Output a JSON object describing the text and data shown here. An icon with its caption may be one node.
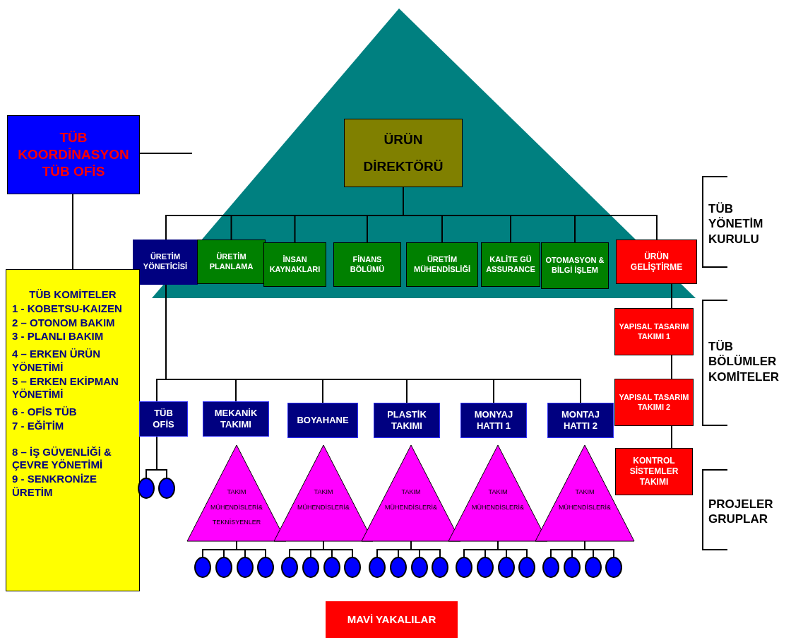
{
  "diagram": {
    "nodes": [
      {
        "text": [
          "TÜB KOORDİNASYON TÜB OFİS"
        ]
      },
      {
        "text": [
          "ÜRÜN DİREKTÖRÜ"
        ]
      },
      {
        "text": [
          "ÜRETİM YÖNETİCİSİ"
        ]
      },
      {
        "text": [
          "ÜRETİM PLANLAMA"
        ]
      },
      {
        "text": [
          "İNSAN KAYNAKLARI"
        ]
      },
      {
        "text": [
          "FİNANS BÖLÜMÜ"
        ]
      },
      {
        "text": [
          "ÜRETİM MÜHENDİSLİĞİ"
        ]
      },
      {
        "text": [
          "KALİTE GÜ ASSURANCE"
        ]
      },
      {
        "text": [
          "OTOMASYON & BİLGİ İŞLEM"
        ]
      },
      {
        "text": [
          "ÜRÜN GELİŞTİRME"
        ]
      },
      {
        "text": [
          "TÜB KOMİTELER",
          "1 - KOBETSU-KAIZEN",
          "2 – OTONOM BAKIM",
          "3 - PLANLI BAKIM",
          "4 – ERKEN ÜRÜN YÖNETİMİ",
          "5 – ERKEN EKİPMAN YÖNETİMİ",
          "6 - OFİS TÜB",
          "7 - EĞİTİM",
          "8 – İŞ GÜVENLİĞİ & ÇEVRE YÖNETİMİ",
          "9 - SENKRONİZE ÜRETİM"
        ]
      },
      {
        "text": [
          "YAPISAL TASARIM TAKIMI 1"
        ]
      },
      {
        "text": [
          "YAPISAL TASARIM TAKIMI 2"
        ]
      },
      {
        "text": [
          "KONTROL SİSTEMLER TAKIMI"
        ]
      },
      {
        "text": [
          "TÜB OFİS"
        ]
      },
      {
        "text": [
          "MEKANİK TAKIMI"
        ]
      },
      {
        "text": [
          "BOYAHANE"
        ]
      },
      {
        "text": [
          "PLASTİK TAKIMI"
        ]
      },
      {
        "text": [
          "MONYAJ HATTI 1"
        ]
      },
      {
        "text": [
          "MONTAJ HATTI 2"
        ]
      },
      {
        "text": [],
        "shape": "circle"
      },
      {
        "text": [],
        "shape": "circle"
      },
      {
        "text": [
          "TAKIM MÜHENDİSLERİ& TEKNİSYENLER"
        ]
      },
      {
        "text": [
          "TAKIM MÜHENDİSLERİ&"
        ]
      },
      {
        "text": [
          "TAKIM MÜHENDİSLERİ&"
        ]
      },
      {
        "text": [
          "TAKIM MÜHENDİSLERİ&"
        ]
      },
      {
        "text": [
          "TAKIM MÜHENDİSLERİ&"
        ]
      },
      {
        "text": [],
        "shape": "circle"
      },
      {
        "text": [],
        "shape": "circle"
      },
      {
        "text": [],
        "shape": "circle"
      },
      {
        "text": [],
        "shape": "circle"
      },
      {
        "text": [],
        "shape": "circle"
      },
      {
        "text": [],
        "shape": "circle"
      },
      {
        "text": [],
        "shape": "circle"
      },
      {
        "text": [],
        "shape": "circle"
      },
      {
        "text": [],
        "shape": "circle"
      },
      {
        "text": [],
        "shape": "circle"
      },
      {
        "text": [],
        "shape": "circle"
      },
      {
        "text": [],
        "shape": "circle"
      },
      {
        "text": [],
        "shape": "circle"
      },
      {
        "text": [],
        "shape": "circle"
      },
      {
        "text": [],
        "shape": "circle"
      },
      {
        "text": [],
        "shape": "circle"
      },
      {
        "text": [],
        "shape": "circle"
      },
      {
        "text": [],
        "shape": "circle"
      },
      {
        "text": [],
        "shape": "circle"
      },
      {
        "text": [],
        "shape": "circle"
      },
      {
        "text": [
          "MAVİ YAKALILAR"
        ]
      }
    ],
    "edges": [
      {
        "from": 0,
        "to": null,
        "arrow": "none"
      },
      {
        "from": 0,
        "to": 10,
        "arrow": "none"
      },
      {
        "from": 1,
        "to": 2,
        "arrow": "none"
      },
      {
        "from": 1,
        "to": 3,
        "arrow": "none"
      },
      {
        "from": 1,
        "to": 4,
        "arrow": "none"
      },
      {
        "from": 1,
        "to": 5,
        "arrow": "none"
      },
      {
        "from": 1,
        "to": 6,
        "arrow": "none"
      },
      {
        "from": 1,
        "to": 7,
        "arrow": "none"
      },
      {
        "from": 1,
        "to": 8,
        "arrow": "none"
      },
      {
        "from": 1,
        "to": 9,
        "arrow": "none"
      },
      {
        "from": 2,
        "to": 14,
        "arrow": "none"
      },
      {
        "from": 2,
        "to": 15,
        "arrow": "none"
      },
      {
        "from": 2,
        "to": 16,
        "arrow": "none"
      },
      {
        "from": 2,
        "to": 17,
        "arrow": "none"
      },
      {
        "from": 2,
        "to": 18,
        "arrow": "none"
      },
      {
        "from": 2,
        "to": 19,
        "arrow": "none"
      },
      {
        "from": 9,
        "to": 11,
        "arrow": "none"
      },
      {
        "from": 11,
        "to": 12,
        "arrow": "none"
      },
      {
        "from": 12,
        "to": 13,
        "arrow": "none"
      },
      {
        "from": 14,
        "to": 20,
        "arrow": "none"
      },
      {
        "from": 14,
        "to": 21,
        "arrow": "none"
      },
      {
        "from": 22,
        "to": 27,
        "arrow": "none"
      },
      {
        "from": 22,
        "to": 28,
        "arrow": "none"
      },
      {
        "from": 22,
        "to": 29,
        "arrow": "none"
      },
      {
        "from": 22,
        "to": 30,
        "arrow": "none"
      },
      {
        "from": 23,
        "to": 31,
        "arrow": "none"
      },
      {
        "from": 23,
        "to": 32,
        "arrow": "none"
      },
      {
        "from": 23,
        "to": 33,
        "arrow": "none"
      },
      {
        "from": 23,
        "to": 34,
        "arrow": "none"
      },
      {
        "from": 24,
        "to": 35,
        "arrow": "none"
      },
      {
        "from": 24,
        "to": 36,
        "arrow": "none"
      },
      {
        "from": 24,
        "to": 37,
        "arrow": "none"
      },
      {
        "from": 24,
        "to": 38,
        "arrow": "none"
      },
      {
        "from": 25,
        "to": 39,
        "arrow": "none"
      },
      {
        "from": 25,
        "to": 40,
        "arrow": "none"
      },
      {
        "from": 25,
        "to": 41,
        "arrow": "none"
      },
      {
        "from": 25,
        "to": 42,
        "arrow": "none"
      },
      {
        "from": 26,
        "to": 43,
        "arrow": "none"
      },
      {
        "from": 26,
        "to": 44,
        "arrow": "none"
      },
      {
        "from": 26,
        "to": 45,
        "arrow": "none"
      },
      {
        "from": 26,
        "to": 46,
        "arrow": "none"
      }
    ],
    "labels": [
      "TÜB YÖNETİM KURULU",
      "TÜB BÖLÜMLER KOMİTELER",
      "PROJELER GRUPLAR"
    ]
  }
}
